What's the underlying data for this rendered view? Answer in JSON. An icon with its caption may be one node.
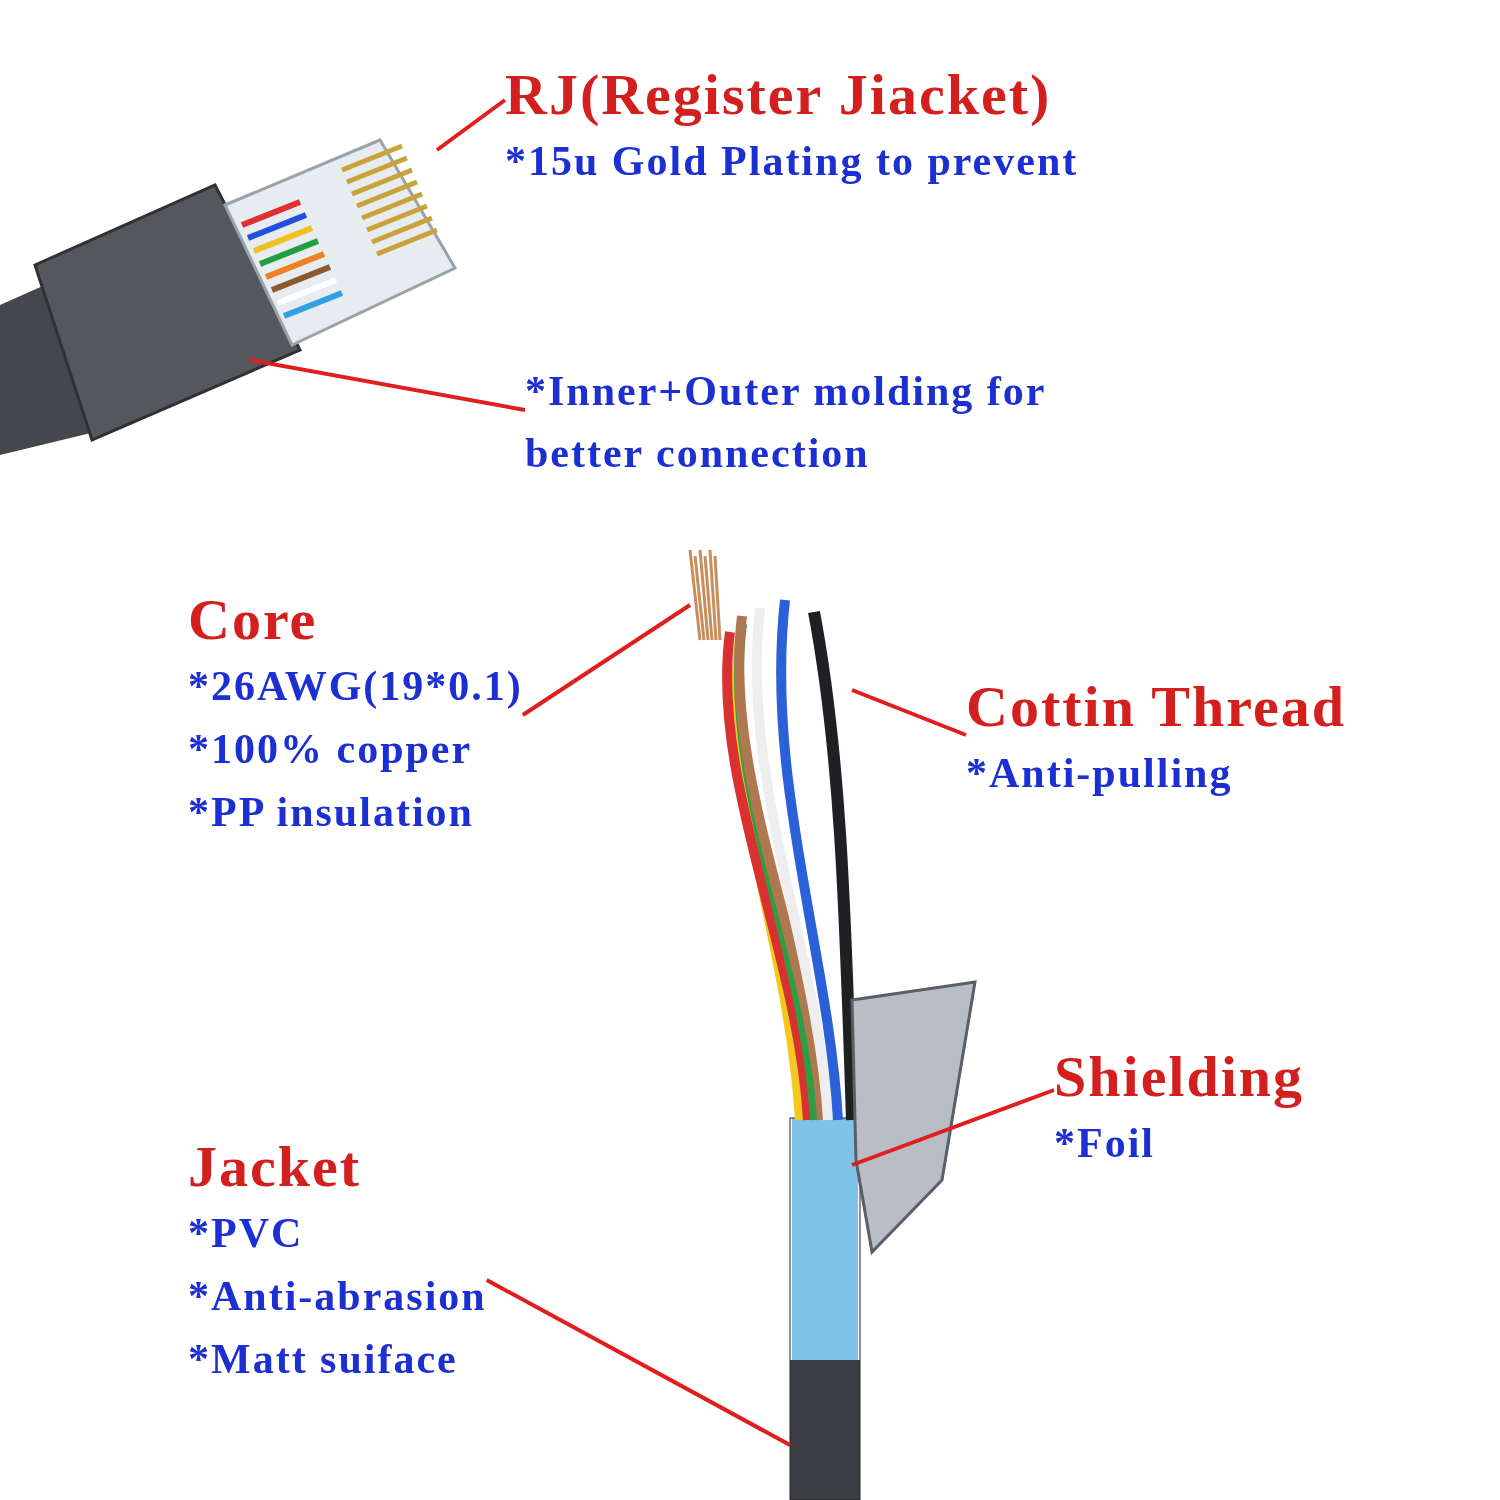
{
  "diagram": {
    "nodes": [
      {
        "text": [
          "RJ(Register Jiacket)",
          "*15u Gold Plating to prevent"
        ]
      },
      {
        "text": [
          "*Inner+Outer molding for better connection"
        ]
      },
      {
        "text": [
          "Core",
          "*26AWG(19*0.1)",
          "*100% copper",
          "*PP insulation"
        ]
      },
      {
        "text": [
          "Cottin Thread",
          "*Anti-pulling"
        ]
      },
      {
        "text": [
          "Shielding",
          "*Foil"
        ]
      },
      {
        "text": [
          "Jacket",
          "*PVC",
          "*Anti-abrasion",
          "*Matt suiface"
        ]
      },
      {
        "text": [],
        "shape": "picture",
        "in": 7
      },
      {
        "text": [],
        "shape": "picture"
      },
      {
        "text": [],
        "shape": "picture"
      },
      {
        "text": [],
        "shape": "picture"
      },
      {
        "text": [],
        "shape": "picture"
      },
      {
        "text": [],
        "shape": "bar"
      }
    ],
    "edges": [
      {
        "from": 0,
        "to": 6,
        "arrow": "none"
      },
      {
        "from": 1,
        "to": 7,
        "arrow": "none"
      },
      {
        "from": 2,
        "to": 8,
        "arrow": "none"
      },
      {
        "from": 3,
        "to": 9,
        "arrow": "none"
      },
      {
        "from": 4,
        "to": 10,
        "arrow": "none"
      },
      {
        "from": 5,
        "to": 11,
        "arrow": "none"
      }
    ]
  }
}
